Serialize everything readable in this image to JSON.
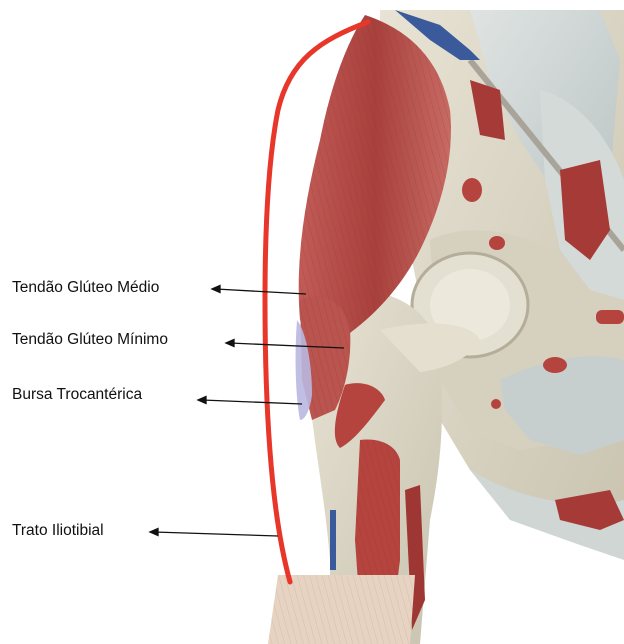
{
  "labels": {
    "gluteus_medius_tendon": "Tendão Glúteo Médio",
    "gluteus_minimus_tendon": "Tendão Glúteo Mínimo",
    "trochanteric_bursa": "Bursa Trocantérica",
    "iliotibial_tract": "Trato Iliotibial"
  },
  "colors": {
    "muscle": "#b04a46",
    "muscle_dark": "#8e2f2c",
    "bone": "#ddd8c8",
    "bone_shadow": "#bdb7a4",
    "ligament": "#cdd5d6",
    "bursa": "#b9b7e0",
    "vessel_blue": "#3a5a9c",
    "it_band": "#e8362a",
    "arrow": "#111111"
  }
}
